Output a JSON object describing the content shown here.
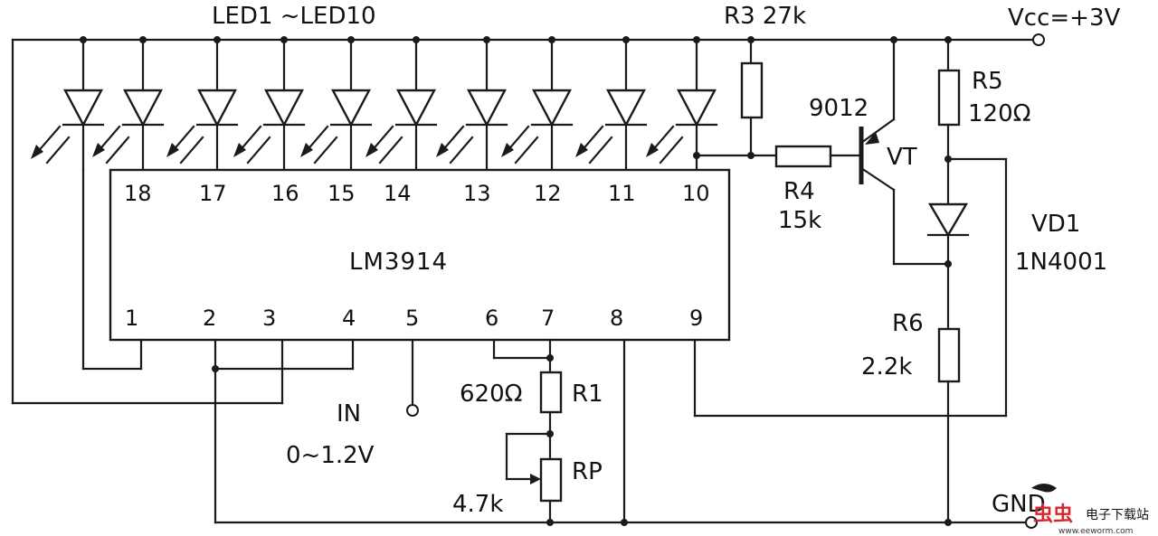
{
  "labels": {
    "led_range": "LED1 ~LED10",
    "r3": "R3 27k",
    "vcc": "Vcc=+3V",
    "r5_name": "R5",
    "r5_value": "120Ω",
    "transistor_type": "9012",
    "transistor_name": "VT",
    "r4_name": "R4",
    "r4_value": "15k",
    "vd1_name": "VD1",
    "vd1_type": "1N4001",
    "chip_name": "LM3914",
    "r6_name": "R6",
    "r6_value": "2.2k",
    "in_label": "IN",
    "in_range": "0~1.2V",
    "r1_value": "620Ω",
    "r1_name": "R1",
    "rp_name": "RP",
    "rp_value": "4.7k",
    "gnd": "GND"
  },
  "chip": {
    "top_pins": [
      "18",
      "17",
      "16",
      "15",
      "14",
      "13",
      "12",
      "11",
      "10"
    ],
    "bottom_pins": [
      "1",
      "2",
      "3",
      "4",
      "5",
      "6",
      "7",
      "8",
      "9"
    ]
  },
  "watermark": {
    "logo": "虫虫",
    "site": "电子下载站",
    "url": "www.eeworm.com"
  }
}
